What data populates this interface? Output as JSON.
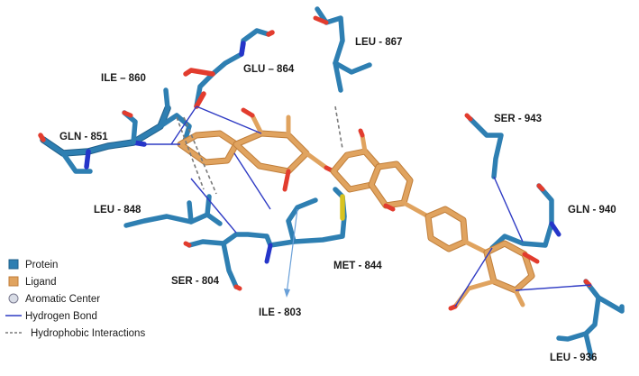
{
  "colors": {
    "protein": "#2e7fb2",
    "protein_dark": "#1f5f8a",
    "ligand": "#e0a35f",
    "ligand_dark": "#c07e3a",
    "oxygen": "#e23c2e",
    "nitrogen": "#2535c9",
    "sulfur": "#d8c320",
    "hbond": "#2f3bc4",
    "hydrophobic": "#7a7a7a",
    "aromatic_center": "#d8dce6"
  },
  "residues": [
    {
      "name": "ILE – 860"
    },
    {
      "name": "GLU – 864"
    },
    {
      "name": "LEU - 867"
    },
    {
      "name": "GLN - 851"
    },
    {
      "name": "SER - 943"
    },
    {
      "name": "LEU - 848"
    },
    {
      "name": "GLN - 940"
    },
    {
      "name": "MET - 844"
    },
    {
      "name": "SER - 804"
    },
    {
      "name": "ILE - 803"
    },
    {
      "name": "LEU - 936"
    }
  ],
  "legend": [
    {
      "label": "Protein",
      "kind": "swatch-protein"
    },
    {
      "label": "Ligand",
      "kind": "swatch-ligand"
    },
    {
      "label": "Aromatic Center",
      "kind": "circle"
    },
    {
      "label": "Hydrogen Bond",
      "kind": "solid-line"
    },
    {
      "label": "Hydrophobic Interactions",
      "kind": "dashed-line"
    }
  ]
}
